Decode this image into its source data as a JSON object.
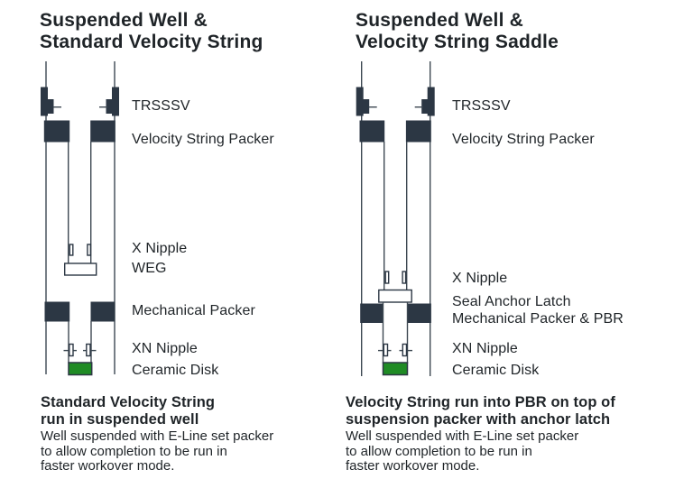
{
  "colors": {
    "ink": "#1f2428",
    "dark": "#2c3744",
    "line": "#3d4852",
    "green": "#1f8b24"
  },
  "left": {
    "title": "Suspended Well &\nStandard Velocity String",
    "labels": {
      "trsssv": "TRSSSV",
      "vs_packer": "Velocity String Packer",
      "x_nipple": "X Nipple",
      "weg": "WEG",
      "mech_packer": "Mechanical Packer",
      "xn_nipple": "XN Nipple",
      "ceramic_disk": "Ceramic Disk"
    },
    "caption_title": "Standard Velocity String\nrun in suspended well",
    "caption_body": "Well suspended with E-Line set packer\nto allow completion to be run in\nfaster workover mode."
  },
  "right": {
    "title": "Suspended Well &\nVelocity String Saddle",
    "labels": {
      "trsssv": "TRSSSV",
      "vs_packer": "Velocity String Packer",
      "x_nipple": "X Nipple",
      "seal_anchor": "Seal Anchor Latch",
      "mech_packer_pbr": "Mechanical Packer & PBR",
      "xn_nipple": "XN Nipple",
      "ceramic_disk": "Ceramic Disk"
    },
    "caption_title": "Velocity String run into PBR on top of\nsuspension packer with anchor latch",
    "caption_body": "Well suspended with E-Line set packer\nto allow completion to be run in\nfaster workover mode."
  }
}
